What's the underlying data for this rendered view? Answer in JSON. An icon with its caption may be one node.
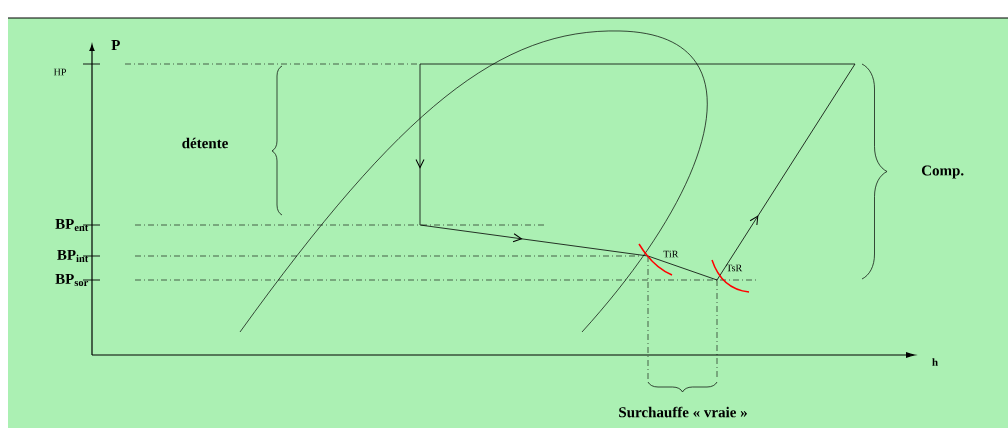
{
  "diagram": {
    "labels": [
      "P",
      "HP",
      "détente",
      "Comp.",
      "BP$_{ent}$",
      "BP$_{int}$",
      "TiR",
      "BP$_{sor}$",
      "TsR",
      "h",
      "Surchauffe « vraie »"
    ]
  }
}
